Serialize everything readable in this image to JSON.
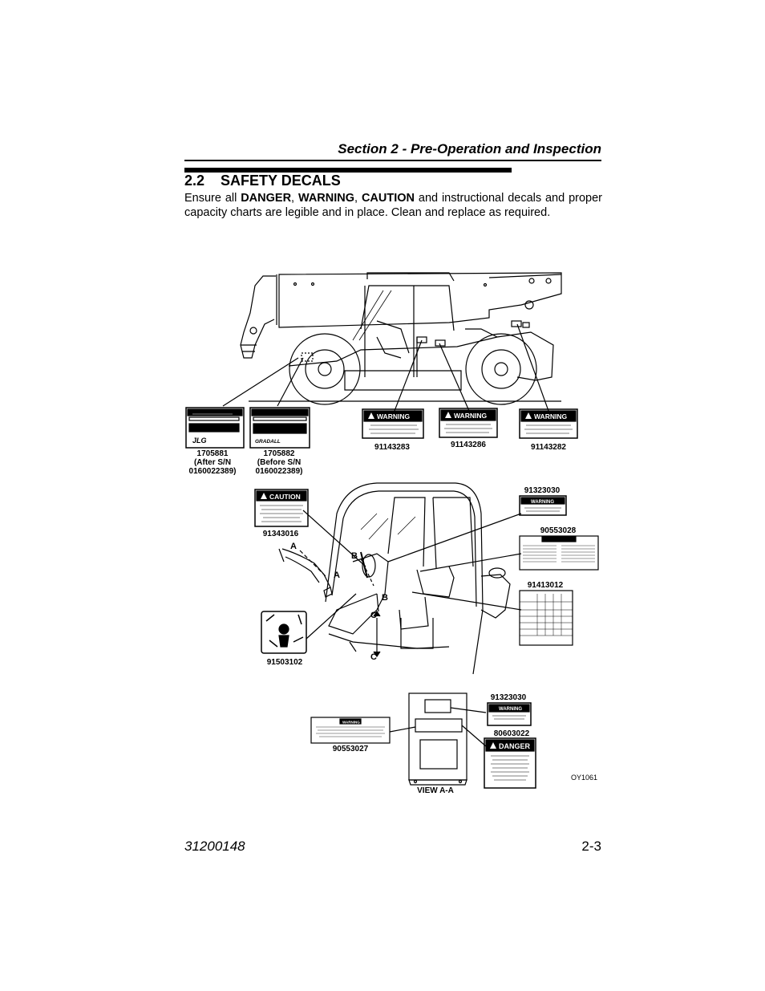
{
  "header": {
    "title": "Section 2 - Pre-Operation and Inspection"
  },
  "section": {
    "number": "2.2",
    "title": "SAFETY DECALS"
  },
  "intro": {
    "p1": "Ensure all ",
    "danger": "DANGER",
    "sep1": ", ",
    "warning": "WARNING",
    "sep2": ", ",
    "caution": "CAUTION",
    "p2": " and instructional decals and proper capacity charts are legible and in place. Clean and replace as required."
  },
  "figure": {
    "decal_words": {
      "warning": "WARNING",
      "caution": "CAUTION",
      "danger": "DANGER"
    },
    "brand_jlg": "JLG",
    "brand_gradall": "GRADALL",
    "callouts": {
      "d1705881": [
        "1705881",
        "(After S/N",
        "0160022389)"
      ],
      "d1705882": [
        "1705882",
        "(Before S/N",
        "0160022389)"
      ],
      "d91143283": "91143283",
      "d91143286": "91143286",
      "d91143282": "91143282",
      "d91323030a": "91323030",
      "d91343016": "91343016",
      "d90553028": "90553028",
      "d91413012": "91413012",
      "d91503102": "91503102",
      "d91323030b": "91323030",
      "d80603022": "80603022",
      "d90553027": "90553027"
    },
    "section_letters": {
      "a1": "A",
      "a2": "A",
      "b1": "B",
      "b2": "B",
      "c1": "C",
      "c2": "C"
    },
    "view_label": "VIEW A-A",
    "figure_id": "OY1061"
  },
  "footer": {
    "doc_number": "31200148",
    "page_number": "2-3"
  }
}
